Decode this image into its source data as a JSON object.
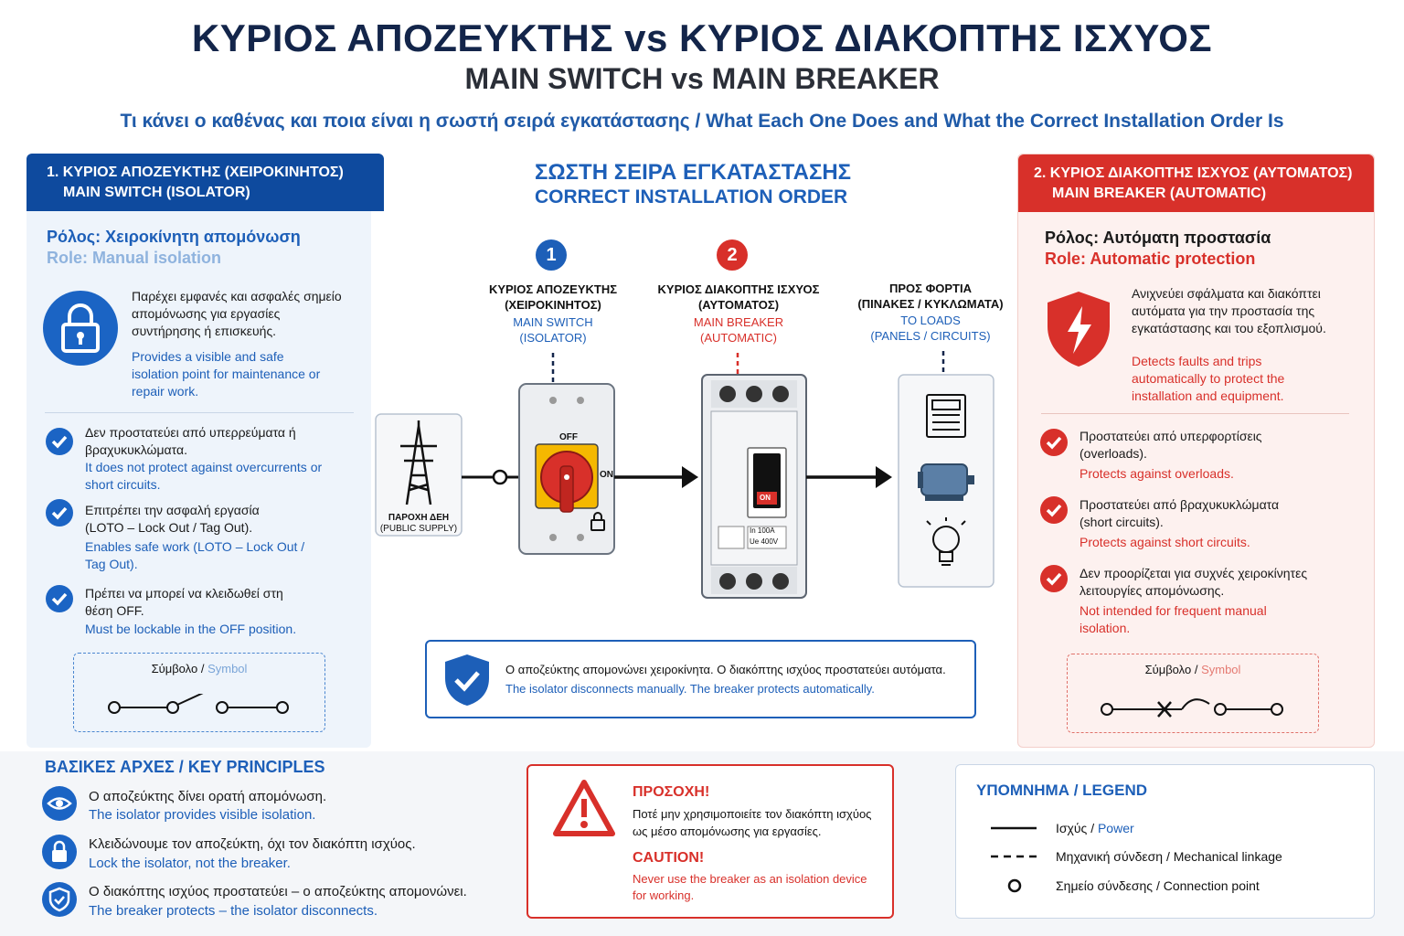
{
  "header": {
    "title_gr": "ΚΥΡΙΟΣ ΑΠΟΖΕΥΚΤΗΣ vs ΚΥΡΙΟΣ ΔΙΑΚΟΠΤΗΣ ΙΣΧΥΟΣ",
    "title_en": "MAIN SWITCH vs MAIN BREAKER",
    "subtitle": "Τι κάνει ο καθένας και ποια είναι η σωστή σειρά εγκατάστασης / What Each One Does and What the Correct Installation Order Is"
  },
  "left": {
    "header_line1": "1. ΚΥΡΙΟΣ ΑΠΟΖΕΥΚΤΗΣ (ΧΕΙΡΟΚΙΝΗΤΟΣ)",
    "header_line2": "MAIN SWITCH (ISOLATOR)",
    "role_gr": "Ρόλος: Χειροκίνητη απομόνωση",
    "role_en": "Role: Manual isolation",
    "desc_gr": "Παρέχει εμφανές και ασφαλές σημείο απομόνωσης για εργασίες συντήρησης ή επισκευής.",
    "desc_en": "Provides a visible and safe isolation point for maintenance or repair work.",
    "points": [
      {
        "gr": "Δεν προστατεύει από υπερρεύματα ή βραχυκυκλώματα.",
        "en": "It does not protect against overcurrents or short circuits."
      },
      {
        "gr": "Επιτρέπει την ασφαλή εργασία (LOTO – Lock Out / Tag Out).",
        "en": "Enables safe work (LOTO – Lock Out / Tag Out)."
      },
      {
        "gr": "Πρέπει να μπορεί να κλειδωθεί στη θέση OFF.",
        "en": "Must be lockable in the OFF position."
      }
    ],
    "symbol_gr": "Σύμβολο",
    "symbol_en": "Symbol",
    "colors": {
      "accent": "#0e4a9e"
    }
  },
  "right": {
    "header_line1": "2. ΚΥΡΙΟΣ ΔΙΑΚΟΠΤΗΣ ΙΣΧΥΟΣ (ΑΥΤΟΜΑΤΟΣ)",
    "header_line2": "MAIN BREAKER (AUTOMATIC)",
    "role_gr": "Ρόλος: Αυτόματη προστασία",
    "role_en": "Role: Automatic protection",
    "desc_gr": "Ανιχνεύει σφάλματα και διακόπτει αυτόματα για την προστασία της εγκατάστασης και του εξοπλισμού.",
    "desc_en": "Detects faults and trips automatically to protect the installation and equipment.",
    "points": [
      {
        "gr": "Προστατεύει από υπερφορτίσεις (overloads).",
        "en": "Protects against overloads."
      },
      {
        "gr": "Προστατεύει από βραχυκυκλώματα (short circuits).",
        "en": "Protects against short circuits."
      },
      {
        "gr": "Δεν προορίζεται για συχνές χειροκίνητες λειτουργίες απομόνωσης.",
        "en": "Not intended for frequent manual isolation."
      }
    ],
    "symbol_gr": "Σύμβολο",
    "symbol_en": "Symbol",
    "colors": {
      "accent": "#d8302a"
    }
  },
  "order": {
    "title_gr": "ΣΩΣΤΗ ΣΕΙΡΑ ΕΓΚΑΤΑΣΤΑΣΗΣ",
    "title_en": "CORRECT INSTALLATION ORDER",
    "supply_gr": "ΠΑΡΟΧΗ ΔΕΗ",
    "supply_en": "(PUBLIC SUPPLY)",
    "steps": [
      {
        "num": "1",
        "gr1": "ΚΥΡΙΟΣ ΑΠΟΖΕΥΚΤΗΣ",
        "gr2": "(ΧΕΙΡΟΚΙΝΗΤΟΣ)",
        "en1": "MAIN SWITCH",
        "en2": "(ISOLATOR)"
      },
      {
        "num": "2",
        "gr1": "ΚΥΡΙΟΣ ΔΙΑΚΟΠΤΗΣ ΙΣΧΥΟΣ",
        "gr2": "(ΑΥΤΟΜΑΤΟΣ)",
        "en1": "MAIN BREAKER",
        "en2": "(AUTOMATIC)"
      },
      {
        "num": "",
        "gr1": "ΠΡΟΣ ΦΟΡΤΙΑ",
        "gr2": "(ΠΙΝΑΚΕΣ / ΚΥΚΛΩΜΑΤΑ)",
        "en1": "TO LOADS",
        "en2": "(PANELS / CIRCUITS)"
      }
    ],
    "switch_off": "OFF",
    "switch_on": "ON",
    "breaker_on": "ON",
    "breaker_in": "In 100A",
    "breaker_ue": "Ue 400V"
  },
  "info": {
    "gr": "Ο αποζεύκτης απομονώνει χειροκίνητα. Ο διακόπτης ισχύος προστατεύει αυτόματα.",
    "en": "The isolator disconnects manually. The breaker protects automatically."
  },
  "principles": {
    "title": "ΒΑΣΙΚΕΣ ΑΡΧΕΣ / KEY PRINCIPLES",
    "items": [
      {
        "gr": "Ο αποζεύκτης δίνει ορατή απομόνωση.",
        "en": "The isolator provides visible isolation."
      },
      {
        "gr": "Κλειδώνουμε τον αποζεύκτη, όχι τον διακόπτη ισχύος.",
        "en": "Lock the isolator, not the breaker."
      },
      {
        "gr": "Ο διακόπτης ισχύος προστατεύει – ο αποζεύκτης απομονώνει.",
        "en": "The breaker protects – the isolator disconnects."
      }
    ]
  },
  "caution": {
    "title_gr": "ΠΡΟΣΟΧΗ!",
    "text_gr": "Ποτέ μην χρησιμοποιείτε τον διακόπτη ισχύος ως μέσο απομόνωσης για εργασίες.",
    "title_en": "CAUTION!",
    "text_en": "Never use the breaker as an isolation device for working."
  },
  "legend": {
    "title": "ΥΠΟΜΝΗΜΑ / LEGEND",
    "items": [
      {
        "gr": "Ισχύς",
        "en": "Power"
      },
      {
        "gr": "Μηχανική σύνδεση",
        "en": "Mechanical linkage"
      },
      {
        "gr": "Σημείο σύνδεσης",
        "en": "Connection point"
      }
    ]
  },
  "separators": {
    "slash": "/"
  }
}
